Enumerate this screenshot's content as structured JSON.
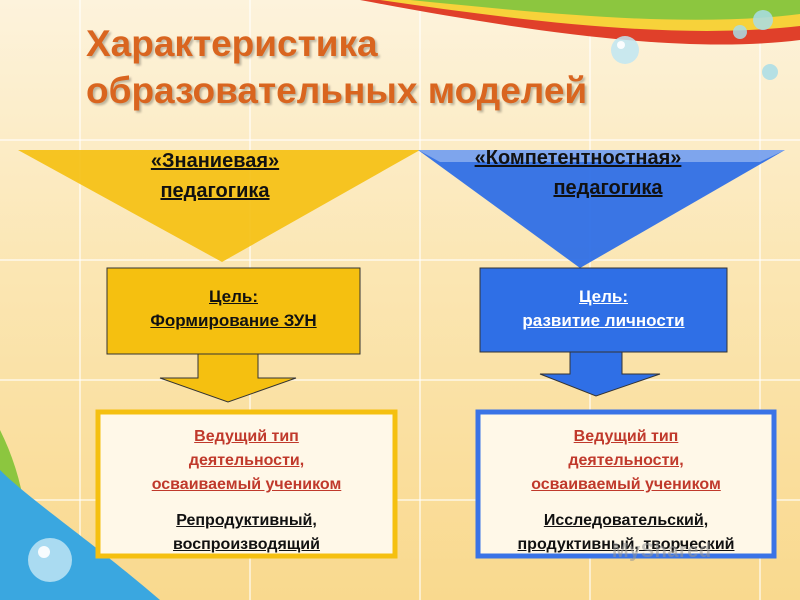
{
  "title": {
    "line1": "Характеристика",
    "line2": "образовательных моделей"
  },
  "left": {
    "name_line1": "«Знаниевая»",
    "name_line2": "педагогика",
    "goal_label": "Цель:",
    "goal_text": "Формирование ЗУН",
    "activity_line1": "Ведущий тип",
    "activity_line2": "деятельности,",
    "activity_line3": "осваиваемый учеником",
    "type_line1": "Репродуктивный,",
    "type_line2": "воспроизводящий"
  },
  "right": {
    "name_line1": "«Компетентностная»",
    "name_line2": "педагогика",
    "goal_label": "Цель:",
    "goal_text": "развитие личности",
    "activity_line1": "Ведущий тип",
    "activity_line2": "деятельности,",
    "activity_line3": "осваиваемый учеником",
    "type_line1": "Исследовательский,",
    "type_line2": "продуктивный, творческий"
  },
  "watermark": "MyShared",
  "colors": {
    "title": "#d9651f",
    "left_accent": "#f5c010",
    "right_accent": "#2f6fe6",
    "activity_text": "#c0392b"
  }
}
